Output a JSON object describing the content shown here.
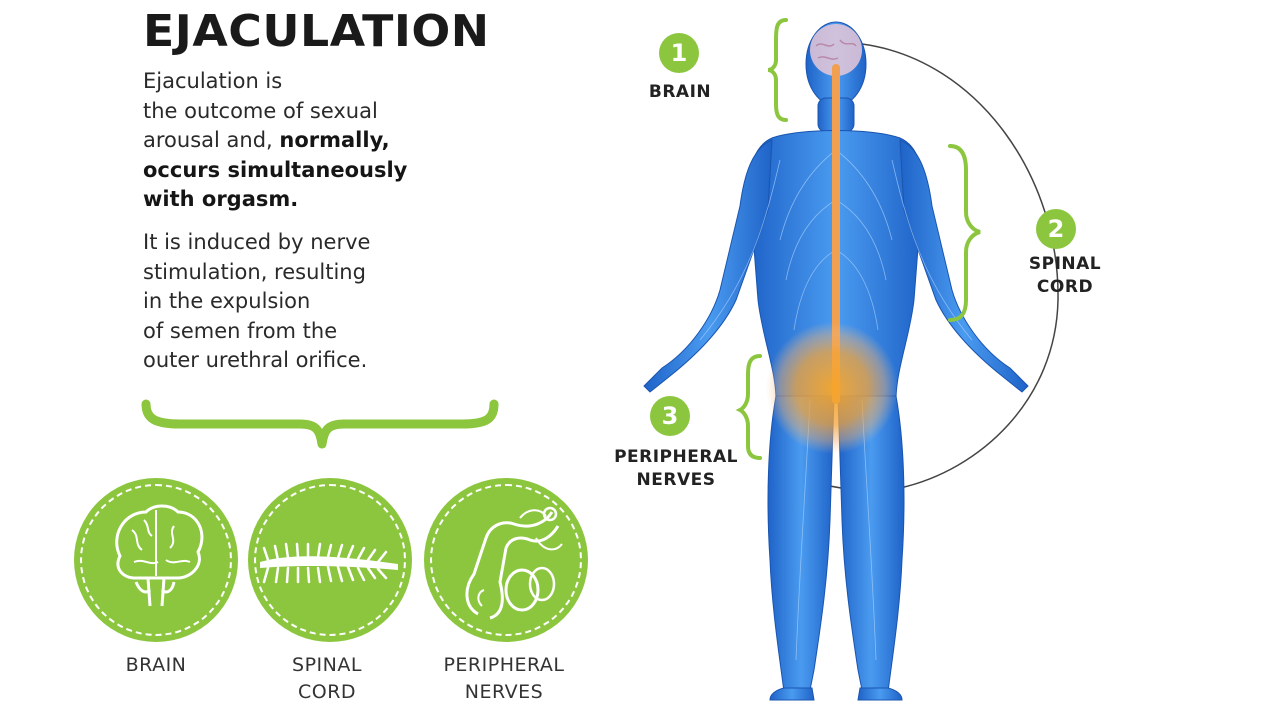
{
  "title": "EJACULATION",
  "intro": {
    "lines": [
      "Ejaculation is",
      "the outcome of sexual",
      "arousal and,"
    ],
    "bold_inline": "normally,",
    "bold_lines": [
      "occurs simultaneously",
      "with orgasm."
    ]
  },
  "description": {
    "lines": [
      "It is induced by nerve",
      "stimulation, resulting",
      "in the expulsion",
      "of semen from the",
      "outer urethral orifice."
    ]
  },
  "icons": [
    {
      "icon": "brain-icon",
      "label_lines": [
        "BRAIN"
      ]
    },
    {
      "icon": "spinal-cord-icon",
      "label_lines": [
        "SPINAL",
        "CORD"
      ]
    },
    {
      "icon": "peripheral-nerves-icon",
      "label_lines": [
        "PERIPHERAL",
        "NERVES"
      ]
    }
  ],
  "callouts": [
    {
      "number": "1",
      "label_lines": [
        "BRAIN"
      ]
    },
    {
      "number": "2",
      "label_lines": [
        "SPINAL",
        "CORD"
      ]
    },
    {
      "number": "3",
      "label_lines": [
        "PERIPHERAL",
        "NERVES"
      ]
    }
  ],
  "colors": {
    "accent_green": "#8cc63f",
    "body_blue": "#2f7fe0",
    "spine_orange": "#f0a050",
    "glow_orange": "#f5a623",
    "text_dark": "#1a1a1a"
  }
}
